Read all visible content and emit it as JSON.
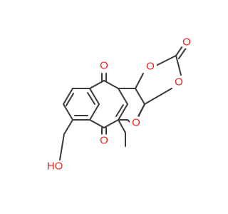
{
  "diagram": {
    "type": "chemical-structure",
    "colors": {
      "bond": "#3a3a3a",
      "oxygen": "#e8231e",
      "background": "#ffffff"
    },
    "atom_labels": {
      "ketone_top": "O",
      "ketone_bottom": "O",
      "hydroxyl": "HO",
      "dioxolone_o_upper": "O",
      "dioxolone_o_right": "O",
      "carbonate_o": "O",
      "pyran_o": "O"
    }
  }
}
